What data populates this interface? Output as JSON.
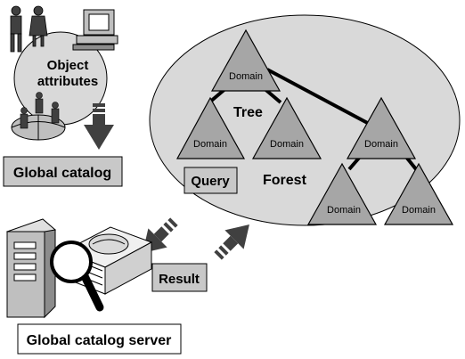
{
  "object_attributes": {
    "line1": "Object",
    "line2": "attributes"
  },
  "global_catalog_label": "Global catalog",
  "forest_label": "Forest",
  "tree_label": "Tree",
  "domain_label": "Domain",
  "query_label": "Query",
  "result_label": "Result",
  "server_label": "Global catalog server",
  "colors": {
    "ellipse_fill": "#d9d9d9",
    "triangle_fill": "#a6a6a6",
    "label_box_fill": "#c8c8c8",
    "arrow_fill": "#404040",
    "outline": "#000000"
  }
}
